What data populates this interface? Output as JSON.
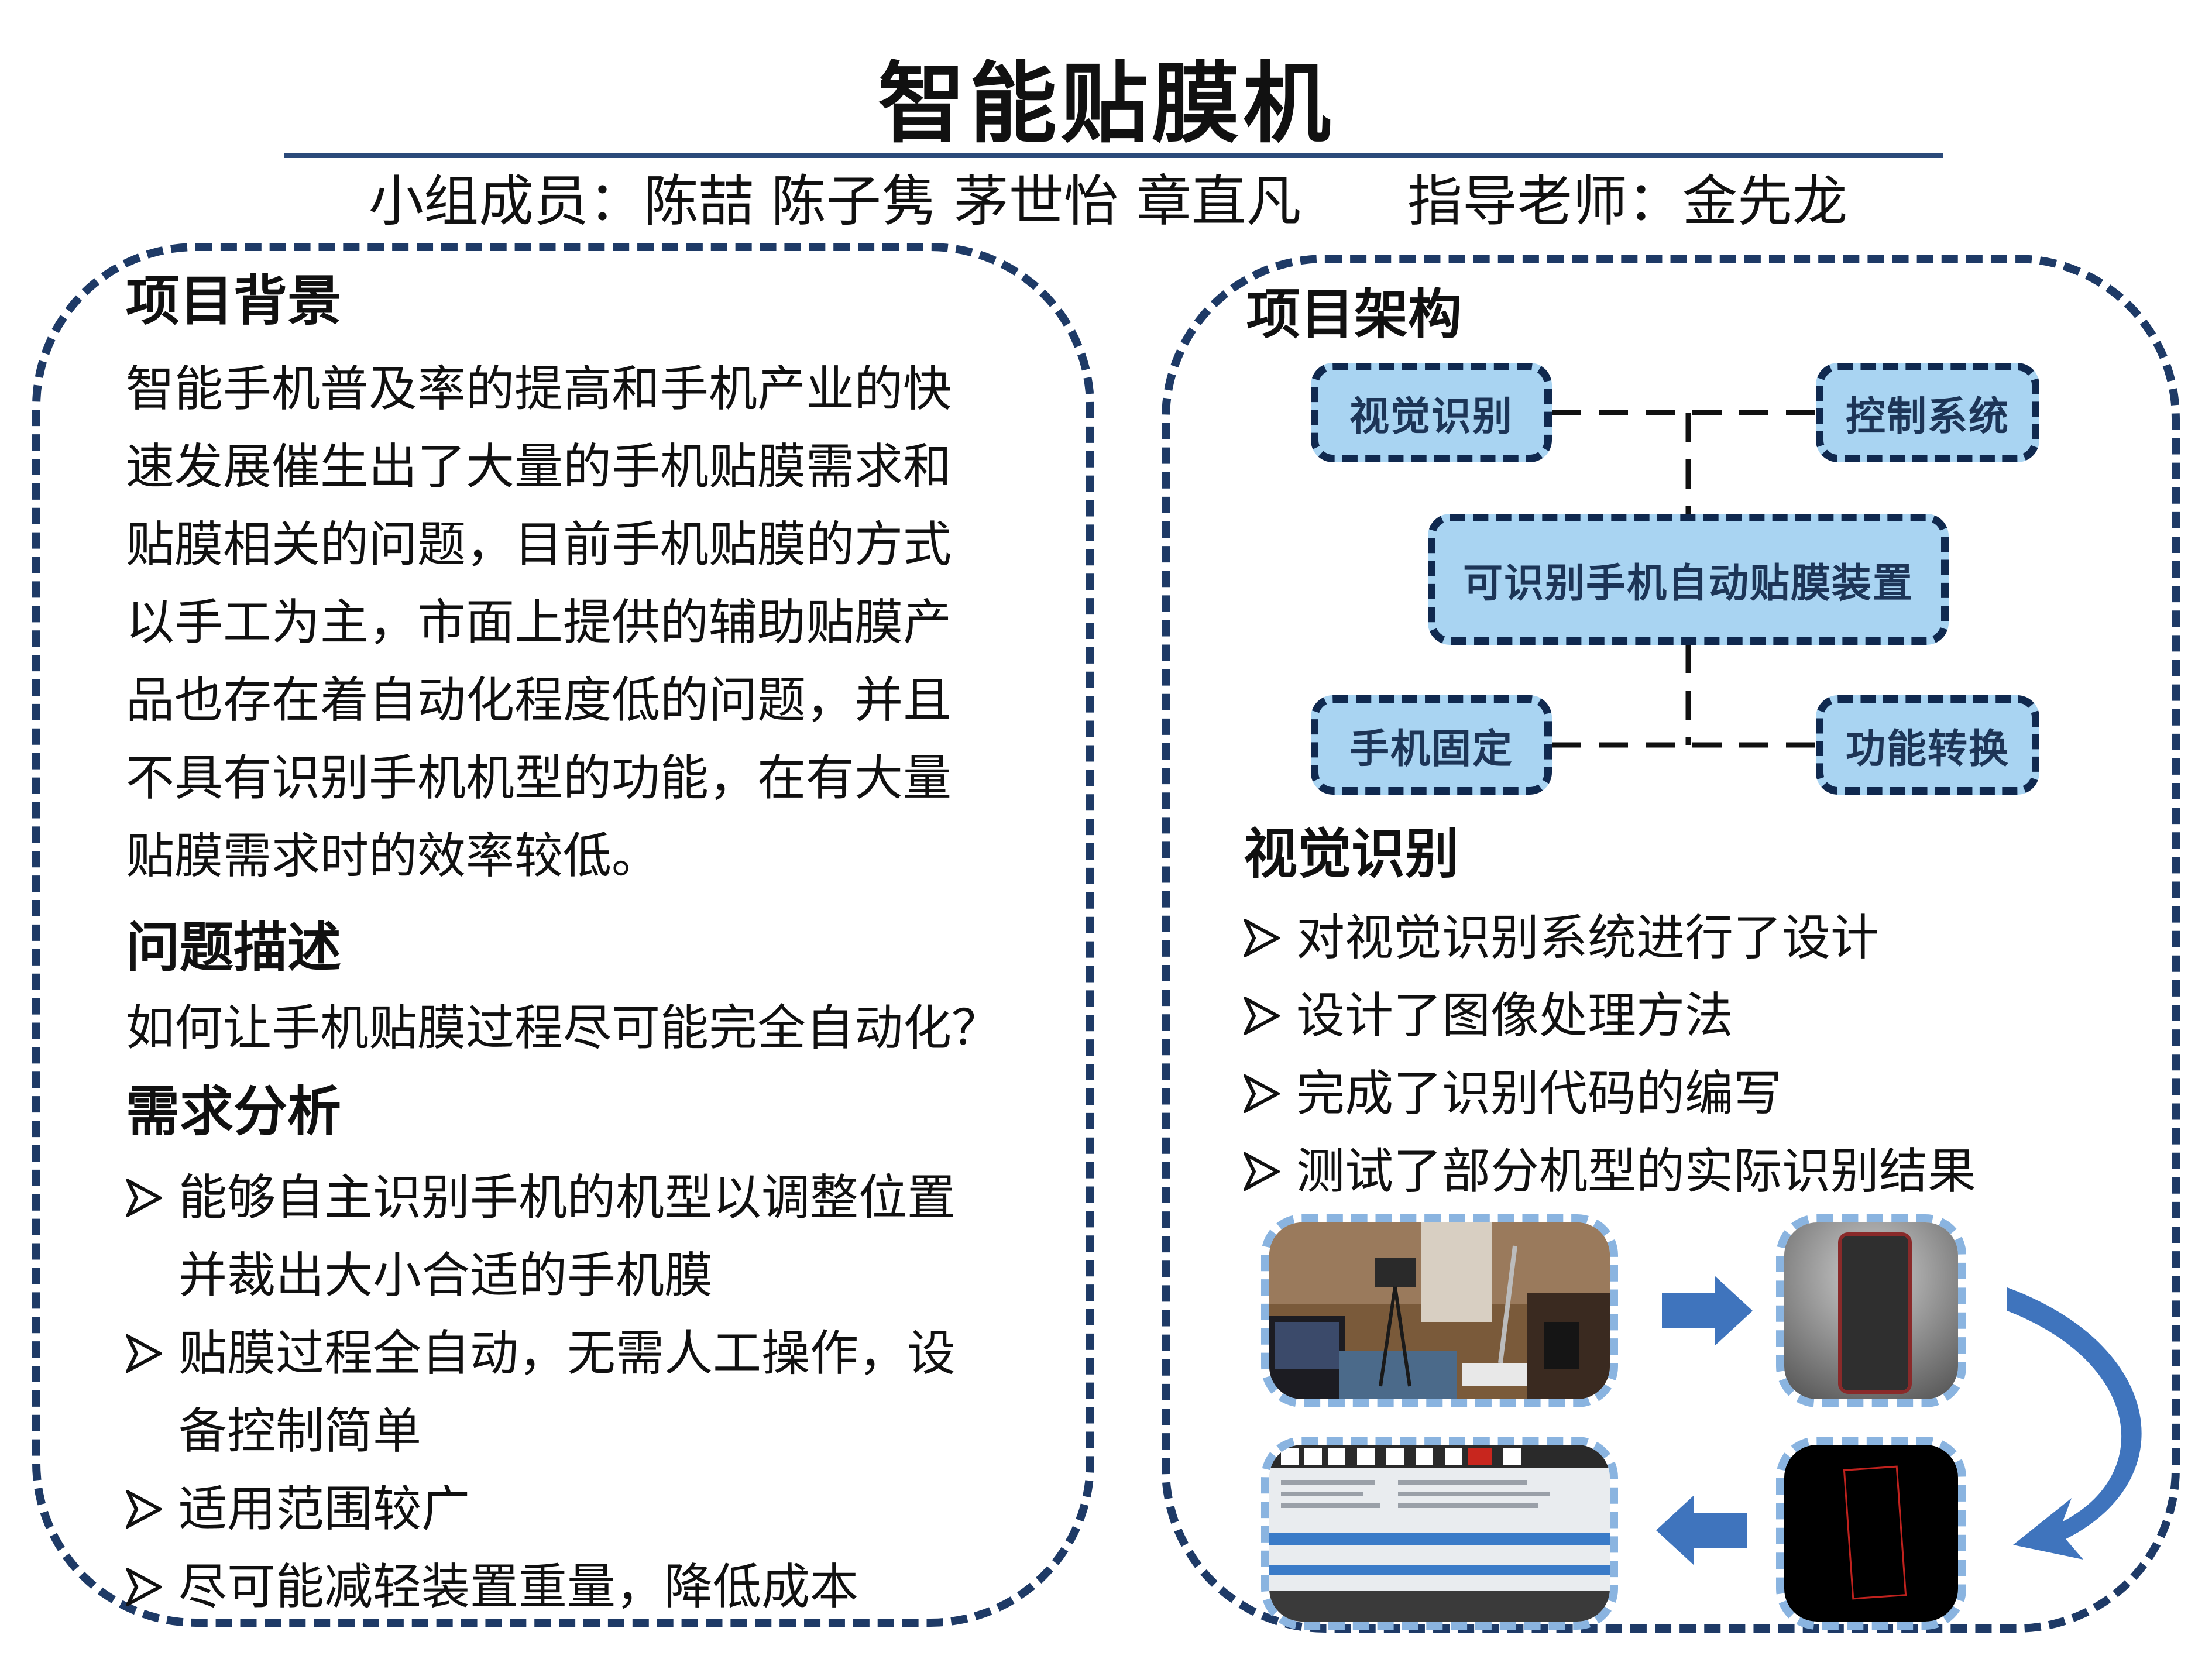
{
  "header": {
    "title": "智能贴膜机",
    "members": "小组成员：陈喆 陈子隽 茅世怡 章直凡",
    "advisor": "指导老师：金先龙"
  },
  "left": {
    "background": {
      "heading": "项目背景",
      "lines": [
        "智能手机普及率的提高和手机产业的快",
        "速发展催生出了大量的手机贴膜需求和",
        "贴膜相关的问题，目前手机贴膜的方式",
        "以手工为主，市面上提供的辅助贴膜产",
        "品也存在着自动化程度低的问题，并且",
        "不具有识别手机机型的功能，在有大量",
        "贴膜需求时的效率较低。"
      ]
    },
    "problem": {
      "heading": "问题描述",
      "text": "如何让手机贴膜过程尽可能完全自动化？"
    },
    "requirements": {
      "heading": "需求分析",
      "items": [
        [
          "能够自主识别手机的机型以调整位置",
          "并裁出大小合适的手机膜"
        ],
        [
          "贴膜过程全自动，无需人工操作，设",
          "备控制简单"
        ],
        [
          "适用范围较广"
        ],
        [
          "尽可能减轻装置重量，降低成本"
        ]
      ]
    }
  },
  "right": {
    "architecture": {
      "heading": "项目架构",
      "boxes": {
        "vision": "视觉识别",
        "control": "控制系统",
        "center": "可识别手机自动贴膜装置",
        "fixing": "手机固定",
        "switching": "功能转换"
      }
    },
    "vision": {
      "heading": "视觉识别",
      "items": [
        "对视觉识别系统进行了设计",
        "设计了图像处理方法",
        "完成了识别代码的编写",
        "测试了部分机型的实际识别结果"
      ]
    }
  },
  "colors": {
    "panel_border": "#1e3a66",
    "box_fill": "#a9d4f2",
    "box_border": "#10294f",
    "flow_arrow": "#3f74bd",
    "photo_border": "#8ab4e0"
  },
  "icons": {
    "bullet": "arrowhead-bullet-icon",
    "flow": "flow-arrow-icon"
  }
}
